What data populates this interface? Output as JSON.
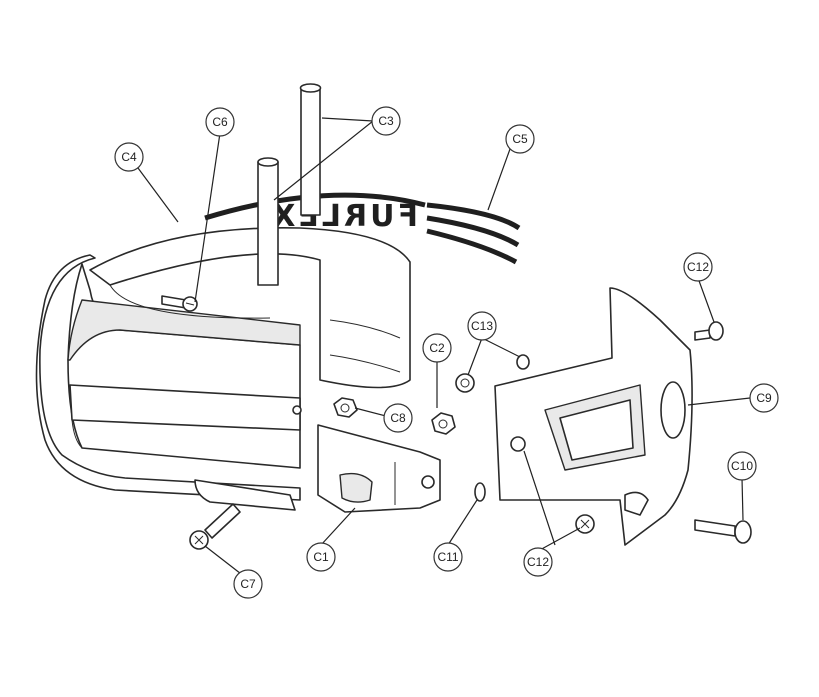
{
  "brand_text": "FURLEX",
  "callouts": [
    {
      "label": "C1"
    },
    {
      "label": "C2"
    },
    {
      "label": "C3"
    },
    {
      "label": "C4"
    },
    {
      "label": "C5"
    },
    {
      "label": "C6"
    },
    {
      "label": "C7"
    },
    {
      "label": "C8"
    },
    {
      "label": "C9"
    },
    {
      "label": "C10"
    },
    {
      "label": "C11"
    },
    {
      "label": "C12"
    },
    {
      "label": "C12"
    },
    {
      "label": "C13"
    }
  ]
}
